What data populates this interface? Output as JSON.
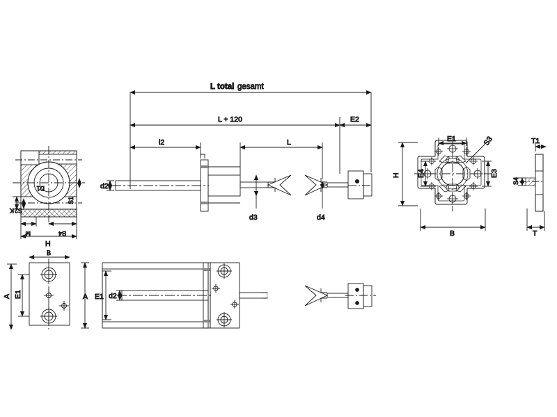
{
  "drawing": {
    "title_main": "L total",
    "title_sub": "gesamt",
    "type": "technical-dimensional-drawing",
    "line_color": "#1a1a1a",
    "accent_gray": "#9a9a9a"
  },
  "dimensions": {
    "l_total": "L total",
    "l_total_sub": "gesamt",
    "l_plus_120": "L + 120",
    "l2": "l2",
    "l": "L",
    "e2": "E2",
    "d2": "d2",
    "d3": "d3",
    "d4": "d4"
  },
  "section_view_left": {
    "label_h": "H",
    "label_m": "M",
    "label_b4": "B4",
    "label_s1": "S1",
    "label_s2": "S2",
    "label_k": "K",
    "label_d1": "D1"
  },
  "flange_view": {
    "label_e1": "E1",
    "label_e3": "E3",
    "label_e4": "E4",
    "label_s3": "S3",
    "label_b": "B",
    "label_h": "H"
  },
  "side_profile_view": {
    "label_t1": "T1",
    "label_t": "T",
    "label_s4": "S4"
  },
  "plate_view_bottom_left": {
    "label_a": "A",
    "label_e1": "E1",
    "label_b": "B"
  },
  "plan_view_bottom": {
    "label_a": "A",
    "label_e1": "E1",
    "label_d2": "d2"
  }
}
